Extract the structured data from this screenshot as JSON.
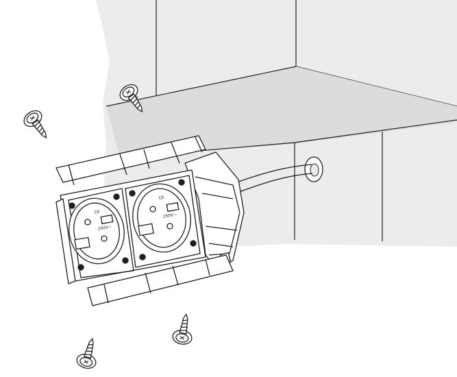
{
  "colors": {
    "line": "#1e1e1e",
    "wall_shade": "#ececec",
    "shelf_shade": "#dcdcdc",
    "socket_fill": "#ffffff",
    "background": "#ffffff"
  },
  "parts": {
    "wall": "wall-panel",
    "shelf": "shelf-underside",
    "cable": "power-cable",
    "box": "double-socket-box",
    "screws": [
      "screw-top-left",
      "screw-top-center",
      "screw-bottom-left",
      "screw-bottom-center"
    ]
  },
  "socket_markings": {
    "ce": "CE",
    "rating": "250V~"
  }
}
